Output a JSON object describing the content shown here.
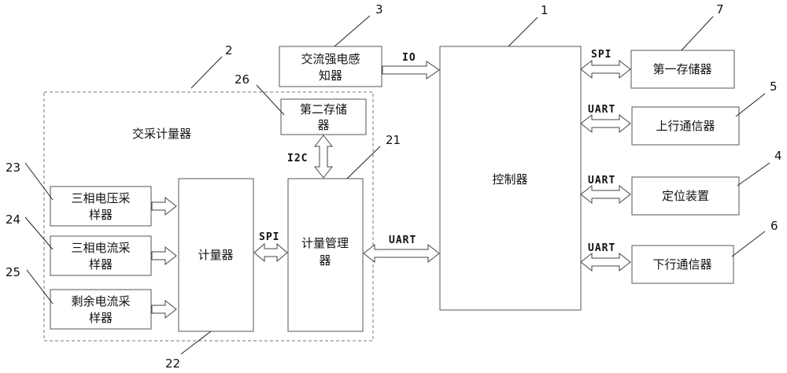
{
  "blocks": {
    "controller": "控制器",
    "ac_meter_group": "交采计量器",
    "ac_sensor": [
      "交流强电感",
      "知器"
    ],
    "second_storage": [
      "第二存储",
      "器"
    ],
    "three_phase_voltage": [
      "三相电压采",
      "样器"
    ],
    "three_phase_current": [
      "三相电流采",
      "样器"
    ],
    "residual_current": [
      "剩余电流采",
      "样器"
    ],
    "meter": "计量器",
    "meter_manager": [
      "计量管理",
      "器"
    ],
    "first_storage": "第一存储器",
    "uplink_comm": "上行通信器",
    "positioning": "定位装置",
    "downlink_comm": "下行通信器"
  },
  "buses": {
    "io": "IO",
    "spi_storage": "SPI",
    "uart_uplink": "UART",
    "uart_position": "UART",
    "uart_downlink": "UART",
    "uart_manager": "UART",
    "i2c": "I2C",
    "spi_meter": "SPI"
  },
  "refs": {
    "controller": "1",
    "ac_meter_group": "2",
    "ac_sensor": "3",
    "positioning": "4",
    "uplink_comm": "5",
    "downlink_comm": "6",
    "first_storage": "7",
    "meter_manager": "21",
    "meter": "22",
    "three_phase_voltage": "23",
    "three_phase_current": "24",
    "residual_current": "25",
    "second_storage": "26"
  }
}
